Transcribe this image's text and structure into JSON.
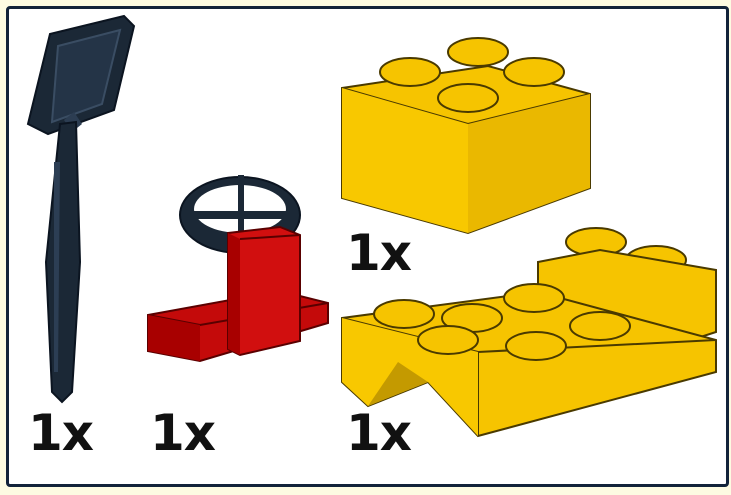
{
  "colors": {
    "background": "#fdfbe2",
    "panel": "#ffffff",
    "border": "#12233a",
    "part_dark": "#1b2836",
    "part_red": "#c40a0a",
    "part_yellow": "#f6c400"
  },
  "parts": [
    {
      "name": "flag-part",
      "quantity": "1x"
    },
    {
      "name": "steering-wheel-part",
      "quantity": "1x"
    },
    {
      "name": "brick-2x2-part",
      "quantity": "1x"
    },
    {
      "name": "mudguard-plate-part",
      "quantity": "1x"
    }
  ]
}
